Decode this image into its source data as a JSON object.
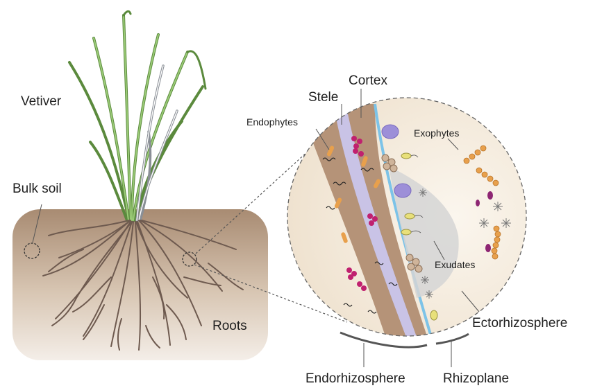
{
  "labels": {
    "vetiver": "Vetiver",
    "bulk_soil": "Bulk soil",
    "roots": "Roots",
    "stele": "Stele",
    "cortex": "Cortex",
    "endophytes": "Endophytes",
    "exophytes": "Exophytes",
    "exudates": "Exudates",
    "ectorhizosphere": "Ectorhizosphere",
    "endorhizosphere": "Endorhizosphere",
    "rhizoplane": "Rhizoplane"
  },
  "colors": {
    "soil_top": "#a88b72",
    "soil_bottom": "#f2ebe4",
    "root": "#6e5a4f",
    "leaf": "#7aa85a",
    "cortex": "#b59378",
    "stele": "#c9c3e6",
    "rhizoplane": "#7cc3e8",
    "exudate": "#c9c9c9",
    "rhizosphere_bg": "#f3ebdd",
    "microbe_magenta": "#c0216f",
    "microbe_orange": "#e8a04c",
    "microbe_purple": "#9d8fd8",
    "microbe_yellow": "#e8e07a"
  }
}
